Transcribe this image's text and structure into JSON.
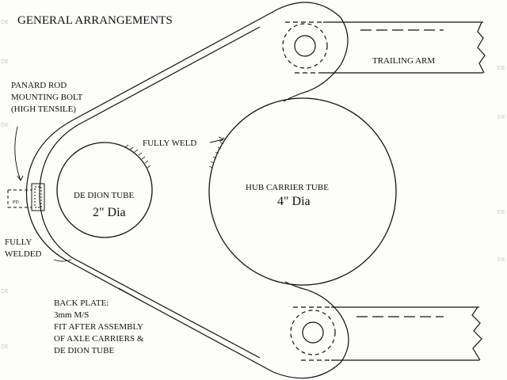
{
  "title": "GENERAL ARRANGEMENTS",
  "labels": {
    "trailing_arm": "TRAILING ARM",
    "panard_line1": "PANARD ROD",
    "panard_line2": "MOUNTING BOLT",
    "panard_line3": "(HIGH TENSILE)",
    "fully_weld": "FULLY WELD",
    "de_dion_name": "DE DION TUBE",
    "de_dion_size": "2\" Dia",
    "hub_name": "HUB CARRIER TUBE",
    "hub_size": "4\" Dia",
    "fully_welded_line1": "FULLY",
    "fully_welded_line2": "WELDED",
    "back_plate_line1": "BACK PLATE:",
    "back_plate_line2": "3mm M/S",
    "back_plate_line3": "FIT AFTER ASSEMBLY",
    "back_plate_line4": "OF AXLE CARRIERS &",
    "back_plate_line5": "DE DION TUBE",
    "bolt_tag": "PD"
  },
  "colors": {
    "ink": "#111111",
    "paper": "#fdfdfb",
    "edge_marks": "#c9c9c9"
  }
}
